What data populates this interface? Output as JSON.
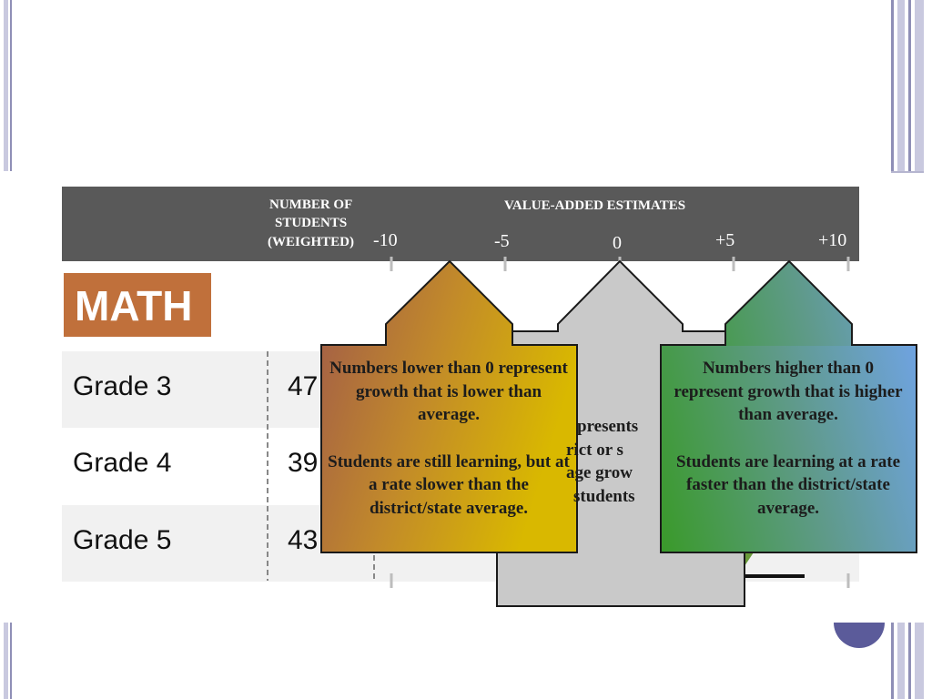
{
  "header": {
    "students_col": [
      "NUMBER OF",
      "STUDENTS",
      "(WEIGHTED)"
    ],
    "value_added_title": "VALUE-ADDED ESTIMATES",
    "ticks": [
      "-10",
      "-5",
      "0",
      "+5",
      "+10"
    ]
  },
  "subject_badge": "MATH",
  "rows": [
    {
      "grade": "Grade 3",
      "students": "47"
    },
    {
      "grade": "Grade 4",
      "students": "39"
    },
    {
      "grade": "Grade 5",
      "students": "43.5"
    }
  ],
  "callouts": {
    "left": {
      "line1": "Numbers lower than 0 represent growth that is lower than average.",
      "line2": "Students are still learning, but at a rate slower than the district/state average."
    },
    "center": {
      "lines": [
        "presents",
        "rict or s",
        "age grow",
        "students"
      ]
    },
    "right": {
      "line1": "Numbers higher than 0 represent growth that is higher than average.",
      "line2": "Students are learning at a rate faster than the district/state average."
    }
  },
  "colors": {
    "header": "#595959",
    "math_badge": "#c0703b",
    "left_gradient": [
      "#a05a4a",
      "#d9b800"
    ],
    "right_gradient": [
      "#3a9a2a",
      "#6fa3e0"
    ],
    "center_arrow": "#c9c9c9"
  }
}
